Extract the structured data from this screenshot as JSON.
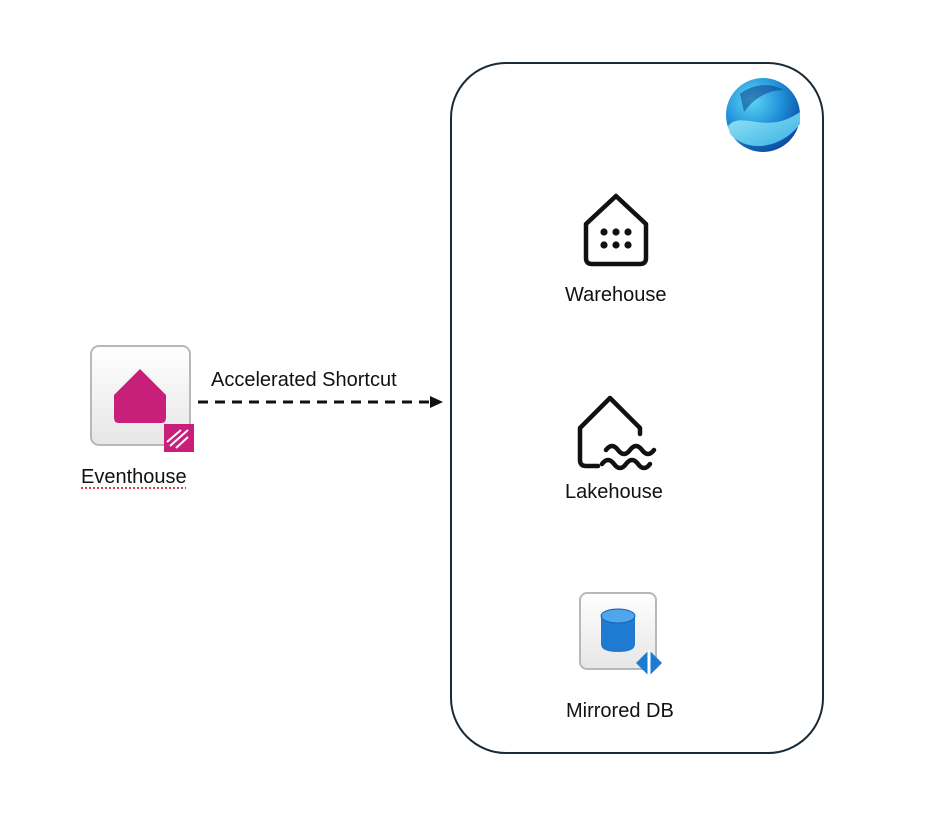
{
  "source": {
    "label": "Eventhouse",
    "icon": "eventhouse-icon",
    "color": "#c81f7b"
  },
  "connector": {
    "label": "Accelerated Shortcut",
    "style": "dashed-arrow"
  },
  "target": {
    "logo": "fabric-logo-icon",
    "items": [
      {
        "label": "Warehouse",
        "icon": "warehouse-icon"
      },
      {
        "label": "Lakehouse",
        "icon": "lakehouse-icon"
      },
      {
        "label": "Mirrored DB",
        "icon": "mirrored-db-icon"
      }
    ]
  },
  "colors": {
    "container_border": "#1a2a36",
    "accent_blue": "#1f7bd1"
  }
}
